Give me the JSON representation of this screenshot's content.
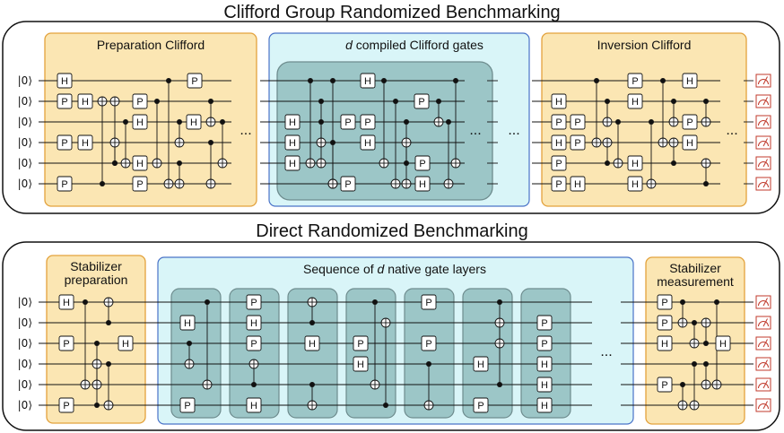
{
  "titles": {
    "clifford": "Clifford Group Randomized Benchmarking",
    "direct": "Direct Randomized Benchmarking"
  },
  "clifford_section": {
    "preparation_label": "Preparation Clifford",
    "compiled_label_italic": "d",
    "compiled_label_rest": " compiled Clifford gates",
    "inversion_label": "Inversion Clifford",
    "ellipsis": "..."
  },
  "direct_section": {
    "stabilizer_prep_line1": "Stabilizer",
    "stabilizer_prep_line2": "preparation",
    "sequence_label_pre": "Sequence of ",
    "sequence_label_italic": "d",
    "sequence_label_post": "  native gate layers",
    "stabilizer_meas_line1": "Stabilizer",
    "stabilizer_meas_line2": "measurement",
    "ellipsis": "..."
  },
  "qubit_state": "|0⟩",
  "gate_labels": {
    "hadamard": "H",
    "phase": "P"
  },
  "colors": {
    "orange_fill": "#fbe6b3",
    "orange_stroke": "#e3a23c",
    "cyan_fill": "#d9f5f8",
    "blue_stroke": "#4a73c8",
    "teal_fill": "#9cc6c7",
    "teal_stroke": "#6e8c8e",
    "meter_color": "#c0392b"
  }
}
